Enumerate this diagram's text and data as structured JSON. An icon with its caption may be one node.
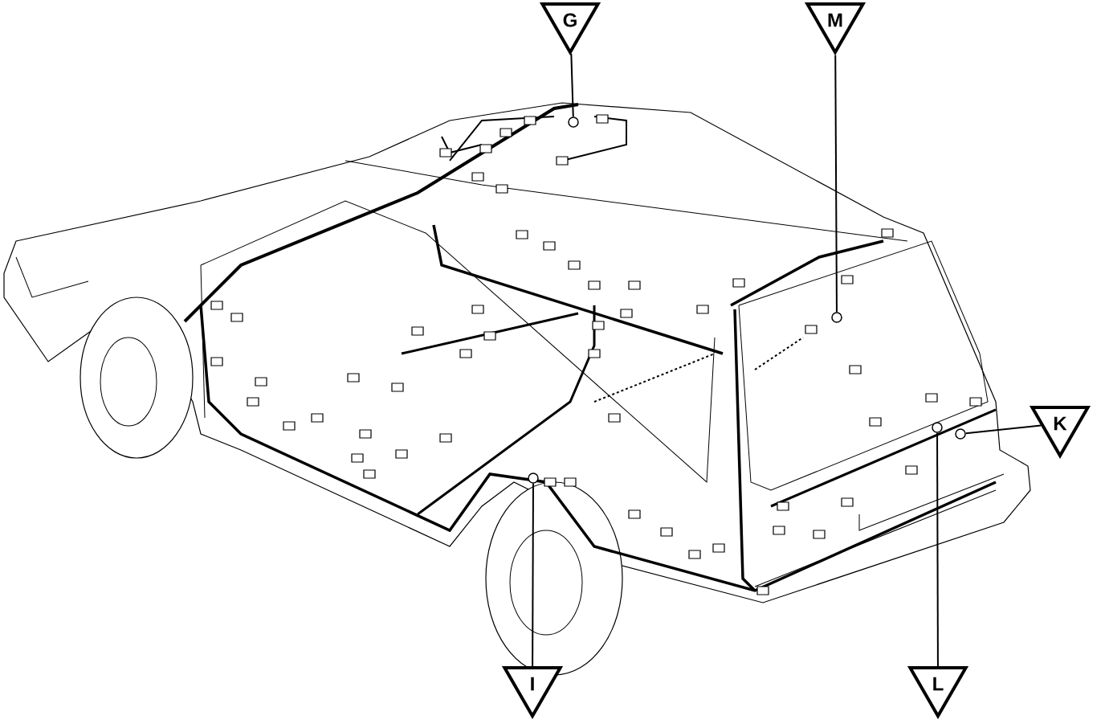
{
  "diagram": {
    "nodes": [
      {
        "text": [
          "G"
        ]
      },
      {
        "text": [
          "M"
        ]
      },
      {
        "text": [
          "K"
        ]
      },
      {
        "text": [
          "I"
        ]
      },
      {
        "text": [
          "L"
        ]
      },
      {
        "text": [],
        "shape": "circle"
      },
      {
        "text": [],
        "shape": "circle"
      },
      {
        "text": [],
        "shape": "circle"
      },
      {
        "text": [],
        "shape": "circle"
      },
      {
        "text": [],
        "shape": "circle"
      }
    ],
    "edges": [
      {
        "from": 0,
        "to": 5,
        "arrow": "none"
      },
      {
        "from": 1,
        "to": 6,
        "arrow": "none"
      },
      {
        "from": 2,
        "to": 7,
        "arrow": "none"
      },
      {
        "from": 3,
        "to": 8,
        "arrow": "none"
      },
      {
        "from": 4,
        "to": 9,
        "arrow": "none"
      }
    ]
  }
}
